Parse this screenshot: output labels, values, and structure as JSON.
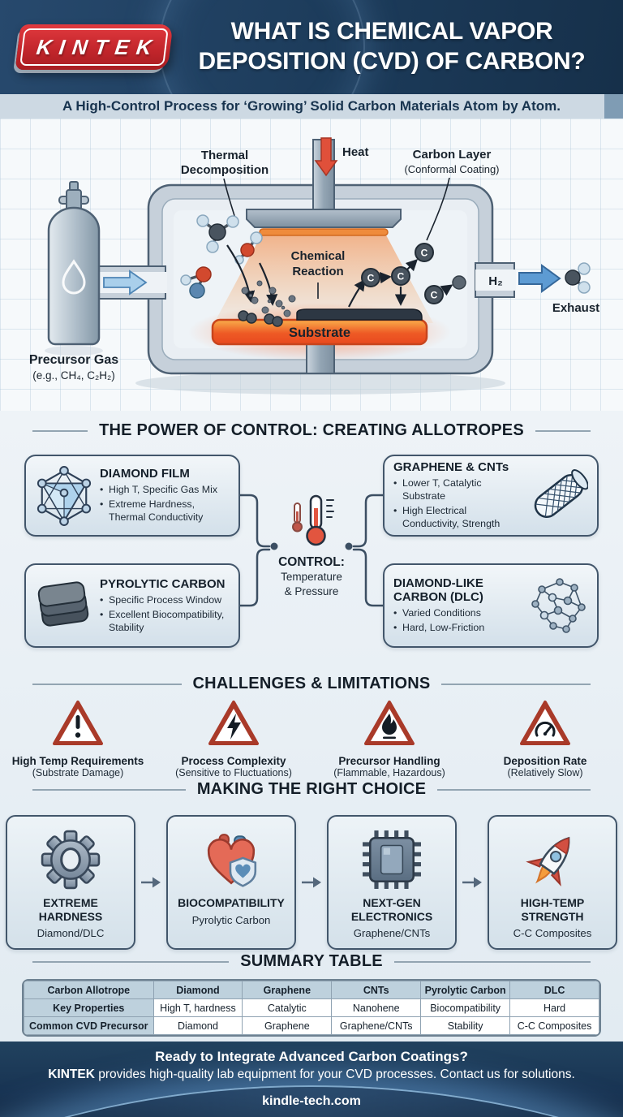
{
  "colors": {
    "navy": "#1c3b5a",
    "brand_red": "#c3262c",
    "accent_orange": "#ee5a25",
    "panel_border": "#42566b",
    "warning_red": "#a93a29",
    "table_shade": "#bed1dd"
  },
  "header": {
    "brand": "KINTEK",
    "title_line1": "WHAT IS CHEMICAL VAPOR",
    "title_line2": "DEPOSITION (CVD) OF CARBON?"
  },
  "subtitle": "A High-Control Process for ‘Growing’ Solid Carbon Materials Atom by Atom.",
  "diagram": {
    "labels": {
      "thermal_line1": "Thermal",
      "thermal_line2": "Decomposition",
      "heat": "Heat",
      "carbon_layer_line1": "Carbon Layer",
      "carbon_layer_line2": "(Conformal Coating)",
      "reaction_line1": "Chemical",
      "reaction_line2": "Reaction",
      "substrate": "Substrate",
      "h2": "H₂",
      "exhaust": "Exhaust",
      "precursor_line1": "Precursor Gas",
      "precursor_line2": "(e.g., CH₄, C₂H₂)"
    }
  },
  "allotropes": {
    "heading": "THE POWER OF CONTROL: CREATING ALLOTROPES",
    "control": {
      "title": "CONTROL:",
      "line1": "Temperature",
      "line2": "& Pressure",
      "icon": "thermometer-icon"
    },
    "boxes": [
      {
        "title": "DIAMOND FILM",
        "bullets": [
          "High T, Specific Gas Mix",
          "Extreme Hardness, Thermal Conductivity"
        ],
        "icon": "diamond-crystal-icon"
      },
      {
        "title": "GRAPHENE & CNTs",
        "bullets": [
          "Lower T, Catalytic Substrate",
          "High Electrical Conductivity, Strength"
        ],
        "icon": "nanotube-icon"
      },
      {
        "title": "PYROLYTIC CARBON",
        "bullets": [
          "Specific Process Window",
          "Excellent Biocompatibility, Stability"
        ],
        "icon": "layered-disks-icon"
      },
      {
        "title": "DIAMOND-LIKE CARBON (DLC)",
        "bullets": [
          "Varied Conditions",
          "Hard, Low-Friction"
        ],
        "icon": "molecule-network-icon"
      }
    ]
  },
  "challenges": {
    "heading": "CHALLENGES & LIMITATIONS",
    "items": [
      {
        "title": "High Temp Requirements",
        "subtitle": "(Substrate Damage)",
        "icon": "warning-exclamation-icon"
      },
      {
        "title": "Process Complexity",
        "subtitle": "(Sensitive to Fluctuations)",
        "icon": "warning-lightning-icon"
      },
      {
        "title": "Precursor Handling",
        "subtitle": "(Flammable, Hazardous)",
        "icon": "warning-flame-icon"
      },
      {
        "title": "Deposition Rate",
        "subtitle": "(Relatively Slow)",
        "icon": "warning-gauge-icon"
      }
    ]
  },
  "choices": {
    "heading": "MAKING THE RIGHT CHOICE",
    "items": [
      {
        "title_lines": [
          "EXTREME",
          "HARDNESS"
        ],
        "material": "Diamond/DLC",
        "icon": "gear-icon"
      },
      {
        "title_lines": [
          "BIOCOMPATIBILITY",
          ""
        ],
        "material": "Pyrolytic Carbon",
        "icon": "heart-shield-icon"
      },
      {
        "title_lines": [
          "NEXT-GEN",
          "ELECTRONICS"
        ],
        "material": "Graphene/CNTs",
        "icon": "chip-icon"
      },
      {
        "title_lines": [
          "HIGH-TEMP",
          "STRENGTH"
        ],
        "material": "C-C Composites",
        "icon": "rocket-icon"
      }
    ]
  },
  "summary_table": {
    "heading": "SUMMARY TABLE",
    "rows": [
      [
        "Carbon Allotrope",
        "Diamond",
        "Graphene",
        "CNTs",
        "Pyrolytic Carbon",
        "DLC"
      ],
      [
        "Key Properties",
        "High T, hardness",
        "Catalytic",
        "Nanohene",
        "Biocompatibility",
        "Hard"
      ],
      [
        "Common CVD Precursor",
        "Diamond",
        "Graphene",
        "Graphene/CNTs",
        "Stability",
        "C-C Composites"
      ]
    ]
  },
  "footer": {
    "cta_title": "Ready to Integrate Advanced Carbon Coatings?",
    "cta_brand": "KINTEK",
    "cta_text": " provides high-quality lab equipment for your CVD processes. Contact us for solutions.",
    "website": "kindle-tech.com"
  }
}
